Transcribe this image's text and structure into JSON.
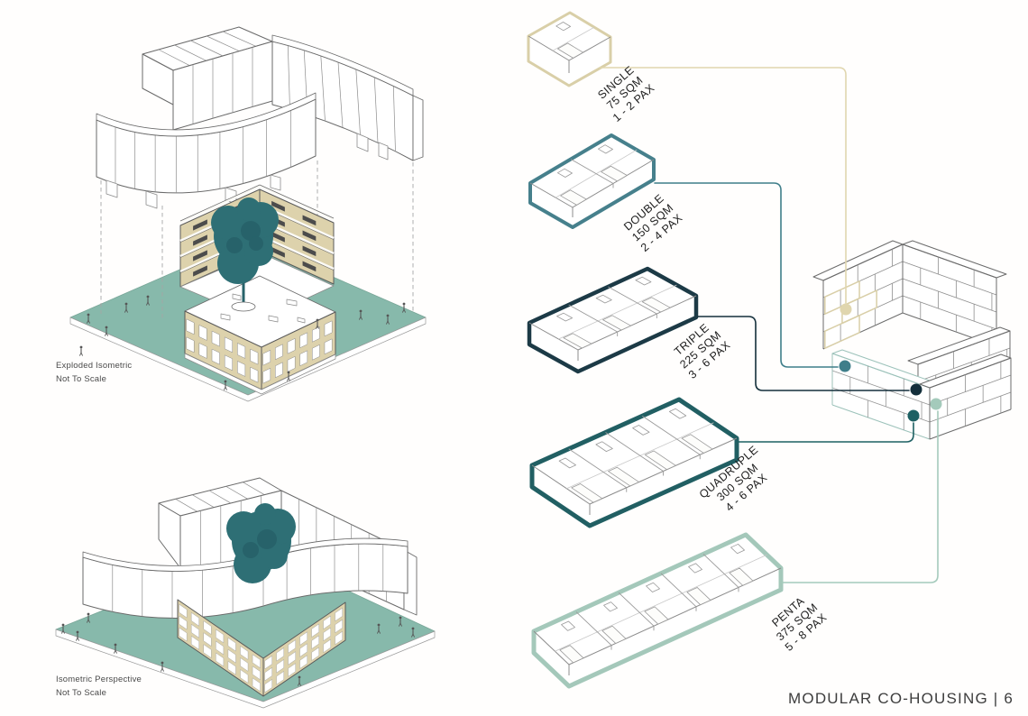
{
  "page": {
    "footer": "MODULAR CO-HOUSING | 6"
  },
  "figures": [
    {
      "caption_line1": "Exploded Isometric",
      "caption_line2": "Not To Scale"
    },
    {
      "caption_line1": "Isometric Perspective",
      "caption_line2": "Not To Scale"
    }
  ],
  "modules": [
    {
      "name": "SINGLE",
      "area": "75 SQM",
      "pax": "1 - 2 PAX",
      "outline_color": "#d9cfa8",
      "accent_color": "#e0d6ae"
    },
    {
      "name": "DOUBLE",
      "area": "150 SQM",
      "pax": "2 - 4 PAX",
      "outline_color": "#46808c",
      "accent_color": "#3f7e8a"
    },
    {
      "name": "TRIPLE",
      "area": "225 SQM",
      "pax": "3 - 6 PAX",
      "outline_color": "#1c3a46",
      "accent_color": "#132f3b"
    },
    {
      "name": "QUADRUPLE",
      "area": "300 SQM",
      "pax": "4 - 6 PAX",
      "outline_color": "#215f63",
      "accent_color": "#1d6063"
    },
    {
      "name": "PENTA",
      "area": "375 SQM",
      "pax": "5 - 8 PAX",
      "outline_color": "#a4c8ba",
      "accent_color": "#a4cabb"
    }
  ],
  "palette": {
    "ground": "#87b9ab",
    "ground_edge": "#79a698",
    "tree": "#2e6f75",
    "tree_dark": "#27626a",
    "facade_beige": "#ddd2ac",
    "line_gray": "#6a6a6a",
    "panel_gray": "#8d8d8d",
    "text": "#2f2f2f"
  }
}
